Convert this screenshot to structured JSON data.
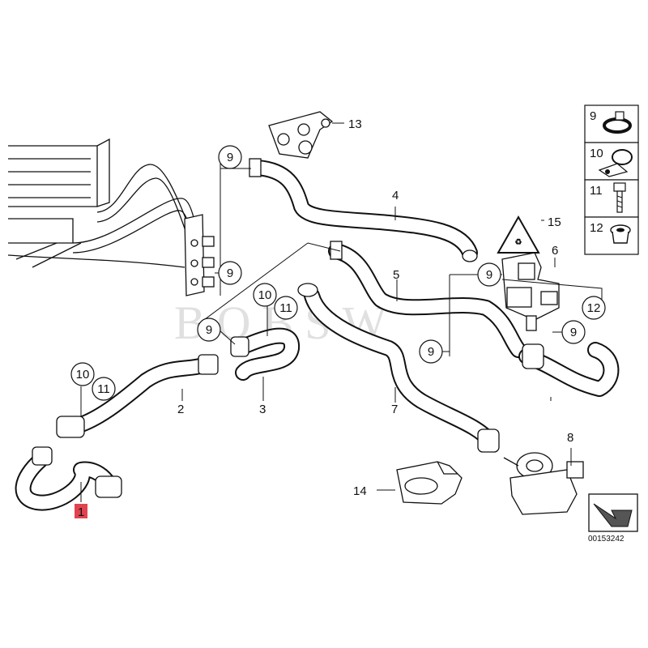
{
  "diagram": {
    "watermark": "BOBSW",
    "reference_number": "00153242",
    "callouts": {
      "p1": "1",
      "p2": "2",
      "p3": "3",
      "p4": "4",
      "p5": "5",
      "p6": "6",
      "p7": "7",
      "p8": "8",
      "p13": "13",
      "p14": "14",
      "p15": "15",
      "c9a": "9",
      "c9b": "9",
      "c9c": "9",
      "c9d": "9",
      "c9e": "9",
      "c10a": "10",
      "c11a": "11",
      "c10b": "10",
      "c11b": "11",
      "c12": "12"
    },
    "legend": [
      {
        "label": "9",
        "icon": "hose-clamp-icon"
      },
      {
        "label": "10",
        "icon": "bracket-clip-icon"
      },
      {
        "label": "11",
        "icon": "screw-icon"
      },
      {
        "label": "12",
        "icon": "grommet-icon"
      }
    ],
    "warning_symbol": "recycling-warning-icon",
    "colors": {
      "line": "#111111",
      "highlight": "#e0434f",
      "background": "#ffffff"
    },
    "highlighted_callout": "1"
  }
}
